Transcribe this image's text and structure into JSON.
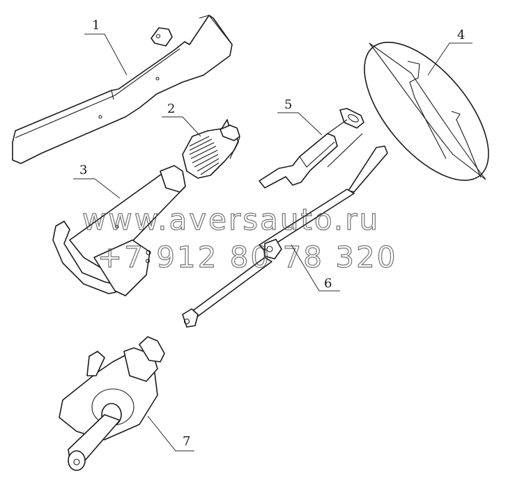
{
  "diagram": {
    "type": "exploded-parts-view",
    "subject": "steering column assembly",
    "callouts": [
      {
        "id": "1",
        "label": "1",
        "part": "steering column mounting bracket"
      },
      {
        "id": "2",
        "label": "2",
        "part": "rubber bellows boot"
      },
      {
        "id": "3",
        "label": "3",
        "part": "steering column tube with bracket"
      },
      {
        "id": "4",
        "label": "4",
        "part": "steering wheel"
      },
      {
        "id": "5",
        "label": "5",
        "part": "combination switch / column shroud"
      },
      {
        "id": "6",
        "label": "6",
        "part": "intermediate shaft with universal joint"
      },
      {
        "id": "7",
        "label": "7",
        "part": "steering gear box with pitman arm"
      }
    ],
    "colors": {
      "background": "#ffffff",
      "line": "#1a1a1a",
      "watermark": "#444444"
    }
  },
  "watermark": {
    "line1": "www.aversauto.ru",
    "line2": "+7 912 80 78 320"
  }
}
